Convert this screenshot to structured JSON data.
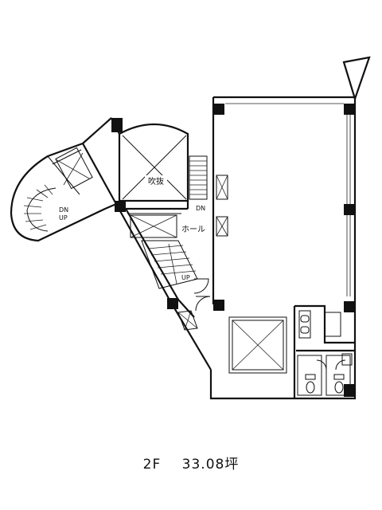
{
  "plan": {
    "labels": {
      "elevator_hall": "吹抜",
      "hall": "ホール",
      "down_main": "DN",
      "up_main": "UP",
      "down_spiral": "DN",
      "up_spiral": "UP"
    }
  },
  "caption": {
    "floor": "2F",
    "area": "33.08坪"
  }
}
